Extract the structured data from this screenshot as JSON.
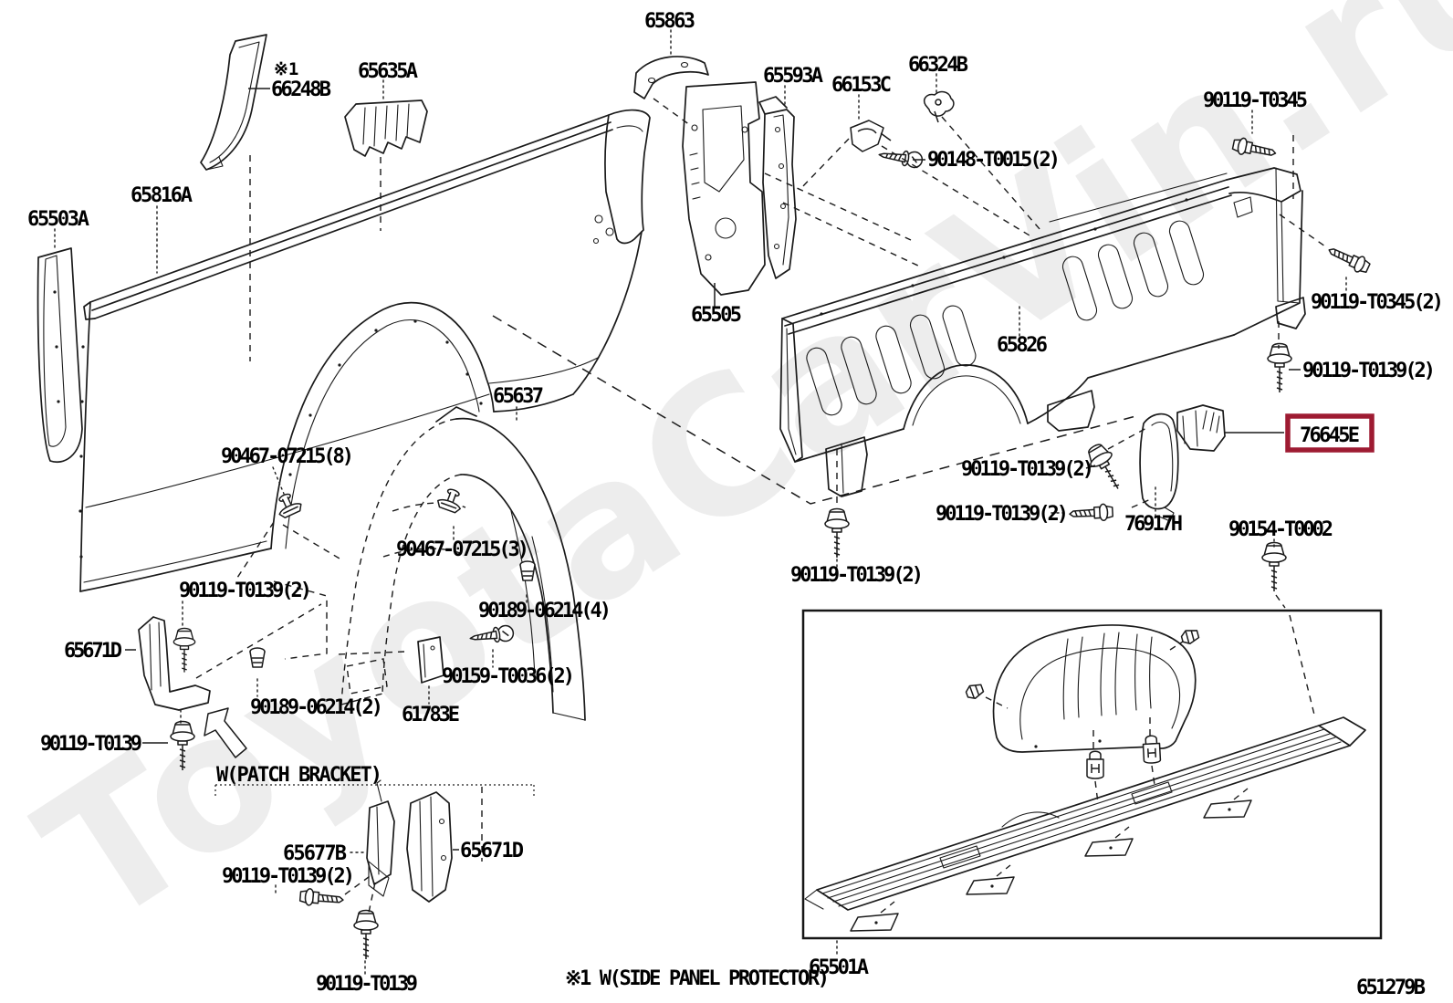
{
  "meta": {
    "drawing_code": "651279B",
    "footnote": "※1 W(SIDE PANEL PROTECTOR)",
    "patch_bracket_note": "W(PATCH BRACKET)",
    "note_marker": "※1"
  },
  "watermark": {
    "text": "ToyotaCarVin.ru",
    "color": "#ededed"
  },
  "highlight": {
    "part_number": "76645E",
    "box_color": "#9e1b32"
  },
  "labels": [
    {
      "id": "panel-65863",
      "text": "65863"
    },
    {
      "id": "note-marker-1",
      "text": "※1"
    },
    {
      "id": "trim-66248B",
      "text": "66248B"
    },
    {
      "id": "bracket-65635A",
      "text": "65635A"
    },
    {
      "id": "panel-65503A",
      "text": "65503A"
    },
    {
      "id": "moulding-65816A",
      "text": "65816A"
    },
    {
      "id": "panel-65593A",
      "text": "65593A"
    },
    {
      "id": "clamp-66153C",
      "text": "66153C"
    },
    {
      "id": "nut-66324B",
      "text": "66324B"
    },
    {
      "id": "screw-90148-T0015",
      "text": "90148-T0015(2)"
    },
    {
      "id": "bolt-90119-T0345",
      "text": "90119-T0345"
    },
    {
      "id": "panel-65505",
      "text": "65505"
    },
    {
      "id": "panel-65826",
      "text": "65826"
    },
    {
      "id": "bolt-90119-T0345-2",
      "text": "90119-T0345(2)"
    },
    {
      "id": "bolt-90119-T0139-right",
      "text": "90119-T0139(2)"
    },
    {
      "id": "protector-76645E",
      "text": "76645E"
    },
    {
      "id": "bolt-90119-T0139-a",
      "text": "90119-T0139(2)"
    },
    {
      "id": "bolt-90119-T0139-b",
      "text": "90119-T0139(2)"
    },
    {
      "id": "bracket-76917H",
      "text": "76917H"
    },
    {
      "id": "bolt-90154-T0002",
      "text": "90154-T0002"
    },
    {
      "id": "bolt-90119-T0139-c",
      "text": "90119-T0139(2)"
    },
    {
      "id": "liner-65637",
      "text": "65637"
    },
    {
      "id": "clip-90467-07215-8",
      "text": "90467-07215(8)"
    },
    {
      "id": "clip-90467-07215-3",
      "text": "90467-07215(3)"
    },
    {
      "id": "clip-90189-06214-4",
      "text": "90189-06214(4)"
    },
    {
      "id": "bolt-90119-T0139-d",
      "text": "90119-T0139(2)"
    },
    {
      "id": "bracket-65671D",
      "text": "65671D"
    },
    {
      "id": "clip-90189-06214-2",
      "text": "90189-06214(2)"
    },
    {
      "id": "plate-61783E",
      "text": "61783E"
    },
    {
      "id": "screw-90159-T0036",
      "text": "90159-T0036(2)"
    },
    {
      "id": "bolt-90119-T0139-e",
      "text": "90119-T0139"
    },
    {
      "id": "patch-bracket-note",
      "text": "W(PATCH BRACKET)"
    },
    {
      "id": "bracket-65677B",
      "text": "65677B"
    },
    {
      "id": "bolt-90119-T0139-f",
      "text": "90119-T0139(2)"
    },
    {
      "id": "bracket-65671D-patch",
      "text": "65671D"
    },
    {
      "id": "bolt-90119-T0139-g",
      "text": "90119-T0139"
    },
    {
      "id": "protector-65501A",
      "text": "65501A"
    },
    {
      "id": "side-panel-footnote",
      "text": "※1 W(SIDE PANEL PROTECTOR)"
    },
    {
      "id": "drawing-code",
      "text": "651279B"
    }
  ]
}
